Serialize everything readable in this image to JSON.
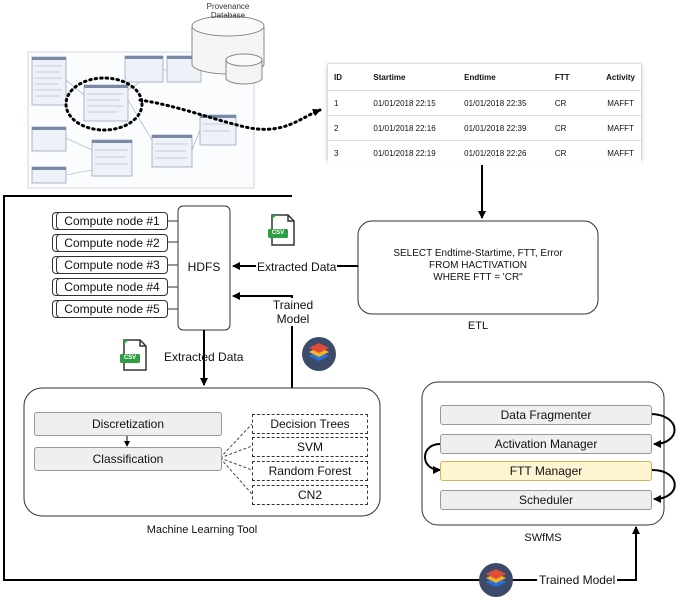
{
  "database": {
    "label_line1": "Provenance",
    "label_line2": "Database"
  },
  "activation_table": {
    "headers": [
      "ID",
      "Startime",
      "Endtime",
      "FTT",
      "Activity"
    ],
    "rows": [
      [
        "1",
        "01/01/2018 22:15",
        "01/01/2018 22:35",
        "CR",
        "MAFFT"
      ],
      [
        "2",
        "01/01/2018 22:16",
        "01/01/2018 22:39",
        "CR",
        "MAFFT"
      ],
      [
        "3",
        "01/01/2018 22:19",
        "01/01/2018 22:26",
        "CR",
        "MAFFT"
      ]
    ]
  },
  "compute_nodes": [
    "Compute node #1",
    "Compute node #2",
    "Compute node #3",
    "Compute node #4",
    "Compute node #5"
  ],
  "hdfs": {
    "label": "HDFS"
  },
  "etl": {
    "query_line1": "SELECT Endtime-Startime, FTT, Error",
    "query_line2": "FROM HACTIVATION",
    "query_line3": "WHERE FTT = 'CR\"",
    "label": "ETL"
  },
  "edges": {
    "extracted_data_top": "Extracted Data",
    "extracted_data_left": "Extracted Data",
    "trained_model_top_line1": "Trained",
    "trained_model_top_line2": "Model",
    "trained_model_bottom": "Trained Model"
  },
  "csv_icon": {
    "label": "CSV"
  },
  "ml_tool": {
    "label": "Machine Learning Tool",
    "steps": [
      "Discretization",
      "Classification"
    ],
    "algorithms": [
      "Decision Trees",
      "SVM",
      "Random Forest",
      "CN2"
    ]
  },
  "swfms": {
    "label": "SWfMS",
    "components": [
      "Data Fragmenter",
      "Activation Manager",
      "FTT Manager",
      "Scheduler"
    ]
  },
  "colors": {
    "ftt_manager_fill": "#fdf5d2",
    "ftt_manager_border": "#d4b35a",
    "grey_fill": "#efefef",
    "csv_green": "#2ea043",
    "layers_badge": "#3d4b6b"
  }
}
